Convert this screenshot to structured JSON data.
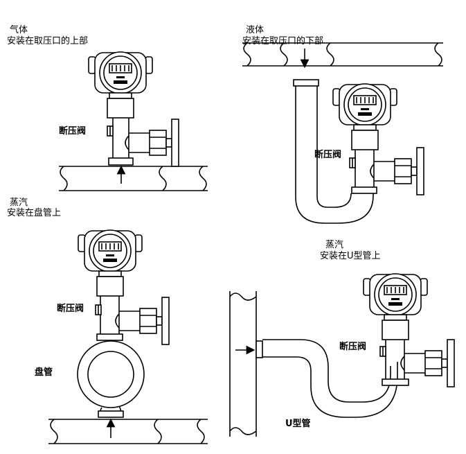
{
  "panels": {
    "gas": {
      "medium": "气体",
      "instruction": "安装在取压口的上部",
      "valve": "断压阀"
    },
    "liquid": {
      "medium": "液体",
      "instruction": "安装在取压口的下部",
      "valve": "断压阀"
    },
    "steam_coil": {
      "medium": "蒸汽",
      "instruction": "安装在盘管上",
      "valve": "断压阀",
      "pipe_label": "盘管"
    },
    "steam_u": {
      "medium": "蒸汽",
      "instruction": "安装在U型管上",
      "valve": "断压阀",
      "pipe_label": "U型管"
    }
  }
}
